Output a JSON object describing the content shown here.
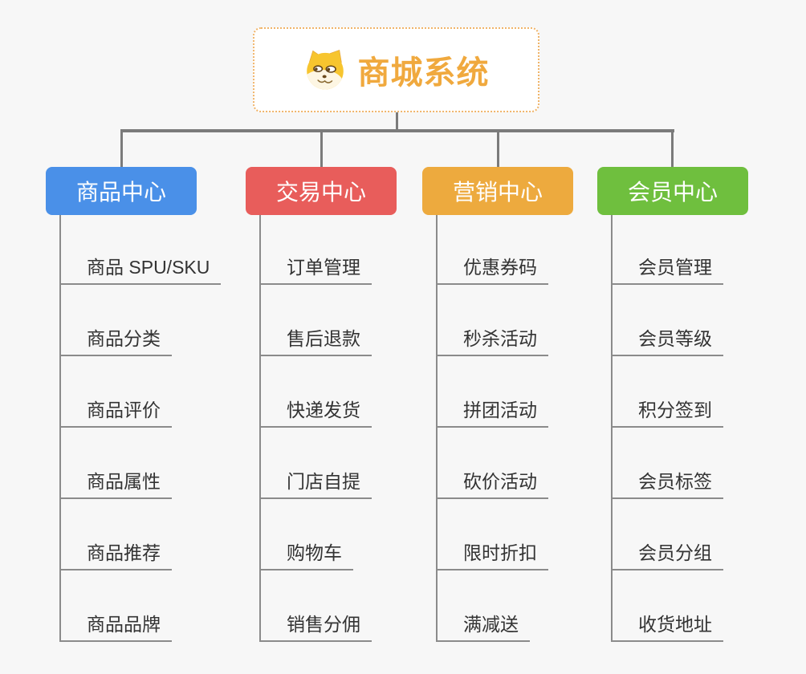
{
  "page": {
    "background_color": "#f7f7f7",
    "connector_color": "#7b7b7b",
    "child_line_color": "#8b8b8b"
  },
  "root": {
    "title": "商城系统",
    "icon": "shiba-dog-icon",
    "border_color": "#f0b469",
    "title_color": "#f0a93e",
    "background_color": "#ffffff"
  },
  "branches": [
    {
      "label": "商品中心",
      "color": "#4a90e8",
      "children": [
        "商品 SPU/SKU",
        "商品分类",
        "商品评价",
        "商品属性",
        "商品推荐",
        "商品品牌"
      ]
    },
    {
      "label": "交易中心",
      "color": "#e85d5b",
      "children": [
        "订单管理",
        "售后退款",
        "快递发货",
        "门店自提",
        "购物车",
        "销售分佣"
      ]
    },
    {
      "label": "营销中心",
      "color": "#edaa3e",
      "children": [
        "优惠券码",
        "秒杀活动",
        "拼团活动",
        "砍价活动",
        "限时折扣",
        "满减送"
      ]
    },
    {
      "label": "会员中心",
      "color": "#6fbf3e",
      "children": [
        "会员管理",
        "会员等级",
        "积分签到",
        "会员标签",
        "会员分组",
        "收货地址"
      ]
    }
  ]
}
